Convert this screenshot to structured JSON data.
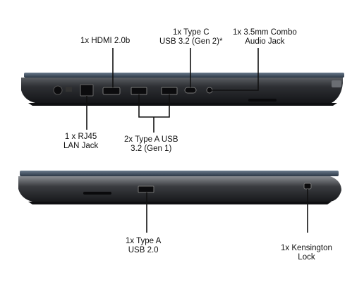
{
  "labels": {
    "hdmi": "1x HDMI 2.0b",
    "type_c_line1": "1x Type C",
    "type_c_line2": "USB 3.2 (Gen 2)*",
    "audio_line1": "1x 3.5mm Combo",
    "audio_line2": "Audio Jack",
    "rj45_line1": "1 x RJ45",
    "rj45_line2": "LAN Jack",
    "type_a_line1": "2x Type A USB",
    "type_a_line2": "3.2 (Gen 1)",
    "usb2_line1": "1x Type A",
    "usb2_line2": "USB 2.0",
    "kensington_line1": "1x Kensington",
    "kensington_line2": "Lock"
  },
  "colors": {
    "lid": "#3a4a5c",
    "body": "#2a2c30",
    "chassis_dark": "#1a1b1e",
    "chassis_mid": "#4a4c50",
    "port": "#0c0c0e"
  },
  "views": [
    "left-side-view",
    "right-side-view"
  ]
}
